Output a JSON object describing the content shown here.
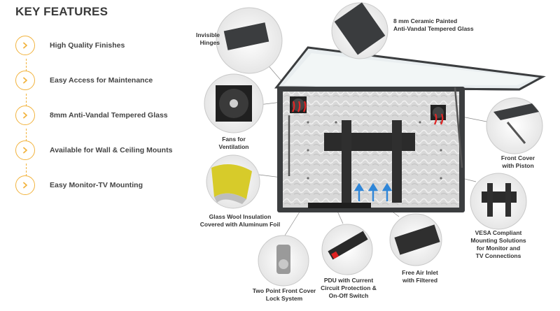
{
  "heading": "KEY FEATURES",
  "features": [
    {
      "label": "High Quality Finishes",
      "icon": "chevron-right-icon"
    },
    {
      "label": "Easy Access for Maintenance",
      "icon": "chevron-right-icon"
    },
    {
      "label": "8mm Anti-Vandal Tempered Glass",
      "icon": "chevron-right-icon"
    },
    {
      "label": "Available for Wall & Ceiling Mounts",
      "icon": "chevron-right-icon"
    },
    {
      "label": "Easy Monitor-TV Mounting",
      "icon": "chevron-right-icon"
    }
  ],
  "callouts": {
    "hinges": [
      "Invisible",
      "Hinges"
    ],
    "glass": [
      "8 mm Ceramic Painted",
      "Anti-Vandal Tempered Glass"
    ],
    "fans": [
      "Fans for",
      "Ventilation"
    ],
    "front_cover": [
      "Front Cover",
      "with Piston"
    ],
    "insulation": [
      "Glass Wool Insulation",
      "Covered with Aluminum Foil"
    ],
    "vesa": [
      "VESA Compliant",
      "Mounting Solutions",
      "for Monitor and",
      "TV Connections"
    ],
    "lock": [
      "Two Point Front Cover",
      "Lock System"
    ],
    "pdu": [
      "PDU with Current",
      "Circuit Protection &",
      "On-Off Switch"
    ],
    "air_inlet": [
      "Free Air Inlet",
      "with Filtered"
    ]
  },
  "colors": {
    "accent": "#f2b33d",
    "frame": "#3b3d3f",
    "foil": "#d9d9d9",
    "airflow": "#2f86d8",
    "heat": "#e02626"
  }
}
